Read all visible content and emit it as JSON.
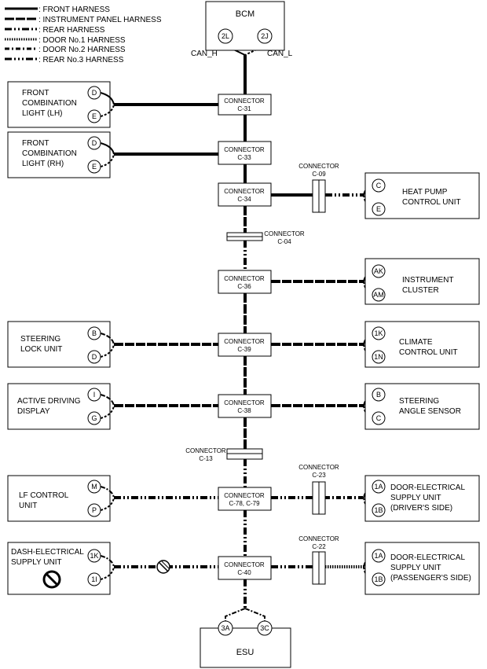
{
  "legend": [
    {
      "label": ": FRONT HARNESS"
    },
    {
      "label": ": INSTRUMENT PANEL HARNESS"
    },
    {
      "label": ": REAR HARNESS"
    },
    {
      "label": ": DOOR No.1 HARNESS"
    },
    {
      "label": ": DOOR No.2 HARNESS"
    },
    {
      "label": ": REAR No.3 HARNESS"
    }
  ],
  "bcm": {
    "name": "BCM",
    "pin_left": "2L",
    "pin_right": "2J",
    "can_h": "CAN_H",
    "can_l": "CAN_L"
  },
  "connectors": {
    "c31": {
      "title": "CONNECTOR",
      "code": "C-31"
    },
    "c33": {
      "title": "CONNECTOR",
      "code": "C-33"
    },
    "c34": {
      "title": "CONNECTOR",
      "code": "C-34"
    },
    "c09": {
      "title": "CONNECTOR",
      "code": "C-09"
    },
    "c04": {
      "title": "CONNECTOR",
      "code": "C-04"
    },
    "c36": {
      "title": "CONNECTOR",
      "code": "C-36"
    },
    "c39": {
      "title": "CONNECTOR",
      "code": "C-39"
    },
    "c38": {
      "title": "CONNECTOR",
      "code": "C-38"
    },
    "c13": {
      "title": "CONNECTOR",
      "code": "C-13"
    },
    "c78": {
      "title": "CONNECTOR",
      "code": "C-78, C-79"
    },
    "c23": {
      "title": "CONNECTOR",
      "code": "C-23"
    },
    "c40": {
      "title": "CONNECTOR",
      "code": "C-40"
    },
    "c22": {
      "title": "CONNECTOR",
      "code": "C-22"
    }
  },
  "modules": {
    "front_light_lh": {
      "lines": [
        "FRONT",
        "COMBINATION",
        "LIGHT (LH)"
      ],
      "pin_a": "D",
      "pin_b": "E"
    },
    "front_light_rh": {
      "lines": [
        "FRONT",
        "COMBINATION",
        "LIGHT (RH)"
      ],
      "pin_a": "D",
      "pin_b": "E"
    },
    "heat_pump": {
      "lines": [
        "HEAT PUMP",
        "CONTROL UNIT"
      ],
      "pin_a": "C",
      "pin_b": "E"
    },
    "instrument_cluster": {
      "lines": [
        "INSTRUMENT",
        "CLUSTER"
      ],
      "pin_a": "AK",
      "pin_b": "AM"
    },
    "steering_lock": {
      "lines": [
        "STEERING",
        "LOCK UNIT"
      ],
      "pin_a": "B",
      "pin_b": "D"
    },
    "climate_control": {
      "lines": [
        "CLIMATE",
        "CONTROL UNIT"
      ],
      "pin_a": "1K",
      "pin_b": "1N"
    },
    "active_driving_display": {
      "lines": [
        "ACTIVE DRIVING",
        "DISPLAY"
      ],
      "pin_a": "I",
      "pin_b": "G"
    },
    "steering_angle_sensor": {
      "lines": [
        "STEERING",
        "ANGLE SENSOR"
      ],
      "pin_a": "B",
      "pin_b": "C"
    },
    "lf_control": {
      "lines": [
        "LF CONTROL",
        "UNIT"
      ],
      "pin_a": "M",
      "pin_b": "P"
    },
    "door_driver": {
      "lines": [
        "DOOR-ELECTRICAL",
        "SUPPLY UNIT",
        "(DRIVER'S SIDE)"
      ],
      "pin_a": "1A",
      "pin_b": "1B"
    },
    "dash_electrical": {
      "lines": [
        "DASH-ELECTRICAL",
        "SUPPLY UNIT"
      ],
      "pin_a": "1K",
      "pin_b": "1I"
    },
    "door_passenger": {
      "lines": [
        "DOOR-ELECTRICAL",
        "SUPPLY UNIT",
        "(PASSENGER'S SIDE)"
      ],
      "pin_a": "1A",
      "pin_b": "1B"
    }
  },
  "esu": {
    "name": "ESU",
    "pin_left": "3A",
    "pin_right": "3C"
  }
}
